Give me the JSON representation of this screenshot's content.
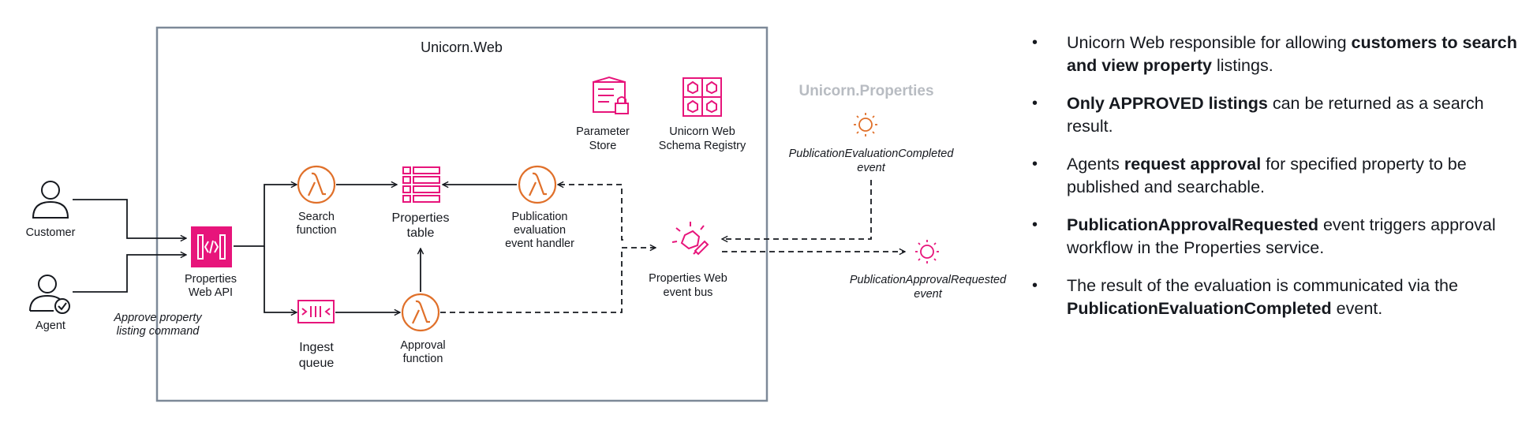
{
  "web_group_title": "Unicorn.Web",
  "properties_group_title": "Unicorn.Properties",
  "nodes": {
    "customer": "Customer",
    "agent": "Agent",
    "api_line1": "Properties",
    "api_line2": "Web API",
    "search_line1": "Search",
    "search_line2": "function",
    "table_line1": "Properties",
    "table_line2": "table",
    "ingest_line1": "Ingest",
    "ingest_line2": "queue",
    "approval_line1": "Approval",
    "approval_line2": "function",
    "handler_line1": "Publication",
    "handler_line2": "evaluation",
    "handler_line3": "event handler",
    "param_line1": "Parameter",
    "param_line2": "Store",
    "schema_line1": "Unicorn Web",
    "schema_line2": "Schema Registry",
    "bus_line1": "Properties Web",
    "bus_line2": "event bus",
    "eval_event_line1": "PublicationEvaluationCompleted",
    "eval_event_line2": "event",
    "req_event_line1": "PublicationApprovalRequested",
    "req_event_line2": "event"
  },
  "annotations": {
    "approve_line1": "Approve property",
    "approve_line2": "listing command"
  },
  "bullets": [
    {
      "pre": "Unicorn Web responsible for allowing ",
      "bold": "customers to search and view property",
      "post": " listings."
    },
    {
      "pre": "",
      "bold": "Only APPROVED listings",
      "post": " can be returned as a search result."
    },
    {
      "pre": "Agents ",
      "bold": "request approval",
      "post": " for specified property to be published and searchable."
    },
    {
      "pre": "",
      "bold": "PublicationApprovalRequested",
      "post": " event triggers approval workflow in the Properties service."
    },
    {
      "pre": "The result of the evaluation is communicated via the ",
      "bold": "PublicationEvaluationCompleted",
      "post": " event."
    }
  ],
  "colors": {
    "lambda": "#e0702a",
    "pink": "#e7157b",
    "boundary": "#7d8998",
    "muted_title": "#b8bcc2",
    "line": "#16191f"
  },
  "icons": {
    "customer": "user-icon",
    "agent": "user-check-icon",
    "api": "api-gateway-icon",
    "functions": "lambda-icon",
    "table": "dynamodb-table-icon",
    "queue": "sqs-queue-icon",
    "parameter_store": "parameter-store-icon",
    "schema_registry": "schema-registry-icon",
    "event_bus": "eventbridge-bus-icon",
    "events": "event-icon"
  }
}
